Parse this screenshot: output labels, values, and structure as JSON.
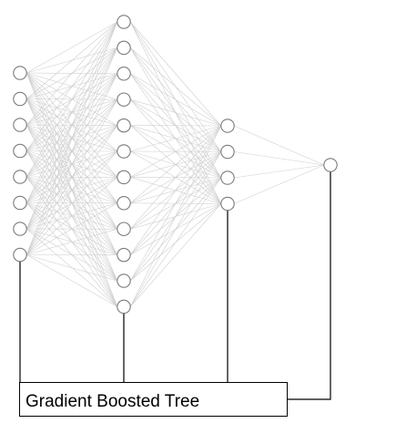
{
  "diagram": {
    "layers": [
      {
        "name": "input-layer",
        "nodes": 8
      },
      {
        "name": "hidden-layer-1",
        "nodes": 12
      },
      {
        "name": "hidden-layer-2",
        "nodes": 4
      },
      {
        "name": "output-layer",
        "nodes": 1
      }
    ],
    "box_label": "Gradient Boosted Tree",
    "colors": {
      "edge": "#cfcfcf",
      "node_stroke": "#7a7a7a",
      "connector": "#000000"
    }
  }
}
